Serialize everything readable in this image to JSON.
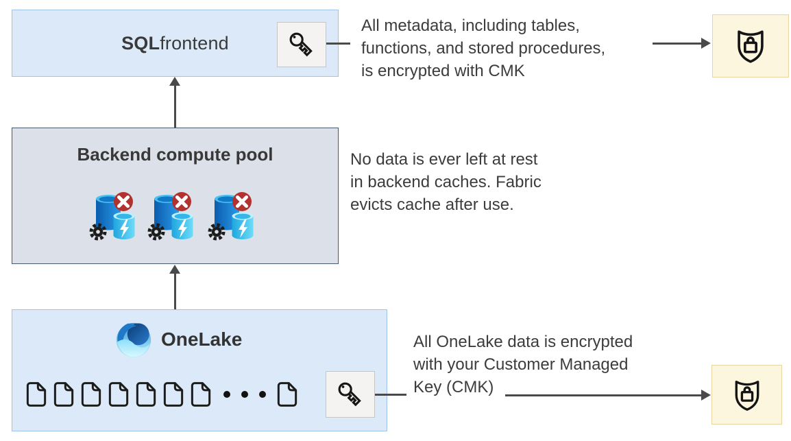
{
  "diagram_title": "OneLake and SQL frontend CMK encryption diagram",
  "sql_frontend": {
    "title_bold": "SQL",
    "title_regular": " frontend"
  },
  "backend_pool": {
    "title": "Backend compute pool",
    "cache_icon_count": 3
  },
  "onelake": {
    "title": "OneLake",
    "visible_document_count": 8,
    "ellipsis_dot_count": 3
  },
  "annotations": {
    "metadata_cmk": {
      "lines": [
        "All metadata, including tables,",
        "functions, and stored procedures,",
        "is encrypted with CMK"
      ]
    },
    "cache_eviction": {
      "lines": [
        "No data is ever left at rest",
        "in backend caches. Fabric",
        "evicts cache after use."
      ]
    },
    "onelake_cmk": {
      "lines": [
        "All OneLake data is encrypted",
        "with your Customer Managed",
        "Key (CMK)"
      ]
    }
  },
  "icons": {
    "key": "key-icon",
    "shield_lock": "shield-lock-icon",
    "document": "document-icon",
    "compute_cache": "cache-database-icon",
    "gear": "gear-icon",
    "no_rest_badge": "dismiss-x-badge",
    "lightning": "lightning-bolt-icon",
    "onelake_logo": "onelake-logo"
  },
  "colors": {
    "frontend_box_bg": "#DBE9F8",
    "frontend_box_border": "#9DC3E6",
    "backend_box_bg": "#DCE1E9",
    "backend_box_border": "#46586E",
    "shield_box_bg": "#FDF6DF",
    "shield_box_border": "#E6D5A0",
    "key_box_bg": "#F4F3F1",
    "key_box_border": "#C7C5C3",
    "arrow": "#4A4A4A",
    "text": "#3C3C3C",
    "error_red": "#B23230"
  }
}
